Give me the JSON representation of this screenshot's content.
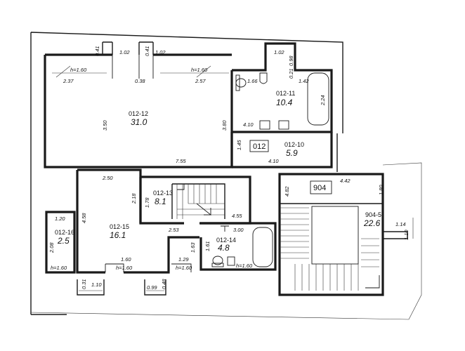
{
  "rooms": {
    "r012_12": {
      "id": "012-12",
      "area": "31.0"
    },
    "r012_11": {
      "id": "012-11",
      "area": "10.4"
    },
    "r012_10": {
      "id": "012-10",
      "area": "5.9"
    },
    "r012_13": {
      "id": "012-13",
      "area": "8.1"
    },
    "r012_15": {
      "id": "012-15",
      "area": "16.1"
    },
    "r012_16": {
      "id": "012-16",
      "area": "2.5"
    },
    "r012_14": {
      "id": "012-14",
      "area": "4.8"
    },
    "r904_5": {
      "id": "904-5",
      "area": "22.6"
    }
  },
  "labels": {
    "apartment_012": "012",
    "apartment_904": "904"
  },
  "dims": {
    "d0_41": "0.41",
    "d1_02a": "1.02",
    "d0_41b": "0.41",
    "d1_02b": "1.02",
    "d1_02c": "1.02",
    "d0_98": "0.98",
    "d0_21": "0.21",
    "h160_a": "h=1.60",
    "h160_b": "h=1.60",
    "d2_37": "2.37",
    "d0_38": "0.38",
    "d2_57": "2.57",
    "d1_66": "1.66",
    "d1_42": "1.42",
    "d2_24": "2.24",
    "d3_50": "3.50",
    "d3_80": "3.80",
    "d4_10a": "4.10",
    "d1_45": "1.45",
    "d4_10b": "4.10",
    "d7_55": "7.55",
    "d2_50": "2.50",
    "d4_58": "4.58",
    "d2_18": "2.18",
    "d1_78": "1.78",
    "d4_55": "4.55",
    "d2_53": "2.53",
    "d3_00": "3.00",
    "d1_61": "1.61",
    "d1_63": "1.63",
    "d1_29": "1.29",
    "d1_60": "1.60",
    "h160_c": "h=1.60",
    "h160_d": "h=1.60",
    "h160_e": "h=1.60",
    "h160_f": "h=1.60",
    "d1_20": "1.20",
    "d2_08": "2.08",
    "d0_31": "0.31",
    "d1_10a": "1.10",
    "d0_99": "0.99",
    "d0_48": "0.48",
    "d4_82": "4.82",
    "d4_42": "4.42",
    "d1_80": "1.80",
    "d1_14": "1.14",
    "d1_10b": "1.10"
  },
  "colors": {
    "ink": "#1a1a1a",
    "paper": "#ffffff"
  }
}
